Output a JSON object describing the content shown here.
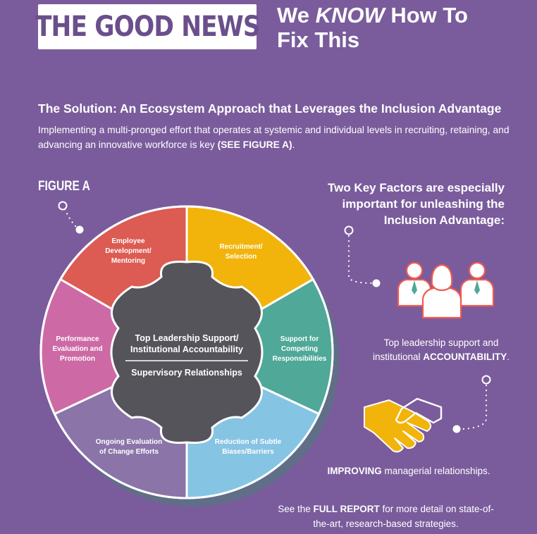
{
  "header": {
    "badge": "THE GOOD NEWS",
    "headline_part1": "We ",
    "headline_emphasis": "KNOW",
    "headline_part2": " How To",
    "headline_line2": "Fix This"
  },
  "solution": {
    "title": "The Solution: An Ecosystem Approach that Leverages the Inclusion Advantage",
    "text": "Implementing a multi-pronged effort that operates at systemic and individual levels in recruiting, retaining, and advancing an innovative workforce is key ",
    "text_ref": "(SEE FIGURE A)",
    "text_end": "."
  },
  "figure": {
    "label": "FIGURE A",
    "segments": [
      {
        "lines": [
          "Employee",
          "Development/",
          "Mentoring"
        ],
        "color": "#dc5b52"
      },
      {
        "lines": [
          "Recruitment/",
          "Selection"
        ],
        "color": "#f2b40a"
      },
      {
        "lines": [
          "Support for",
          "Competing",
          "Responsibilities"
        ],
        "color": "#4fa898"
      },
      {
        "lines": [
          "Reduction of Subtle",
          "Biases/Barriers"
        ],
        "color": "#86c4e3"
      },
      {
        "lines": [
          "Ongoing Evaluation",
          "of Change Efforts"
        ],
        "color": "#8a74a8"
      },
      {
        "lines": [
          "Performance",
          "Evaluation and",
          "Promotion"
        ],
        "color": "#cd6aa5"
      }
    ],
    "core_top": [
      "Top Leadership Support/",
      "Institutional Accountability"
    ],
    "core_bottom": "Supervisory Relationships",
    "core_color": "#55545a"
  },
  "factors": {
    "title_lines": [
      "Two Key Factors are especially",
      "important for unleashing the",
      "Inclusion Advantage:"
    ],
    "icon1": "people-icon",
    "factor1_line1": "Top leadership support and",
    "factor1_line2": "institutional ",
    "factor1_bold": "ACCOUNTABILITY",
    "factor1_end": ".",
    "icon2": "handshake-icon",
    "factor2_bold": "IMPROVING",
    "factor2_text": " managerial relationships."
  },
  "footer": {
    "prefix": "See the ",
    "bold": "FULL REPORT",
    "line1_rest": " for more detail on state-of-",
    "line2": "the-art, research-based strategies."
  }
}
